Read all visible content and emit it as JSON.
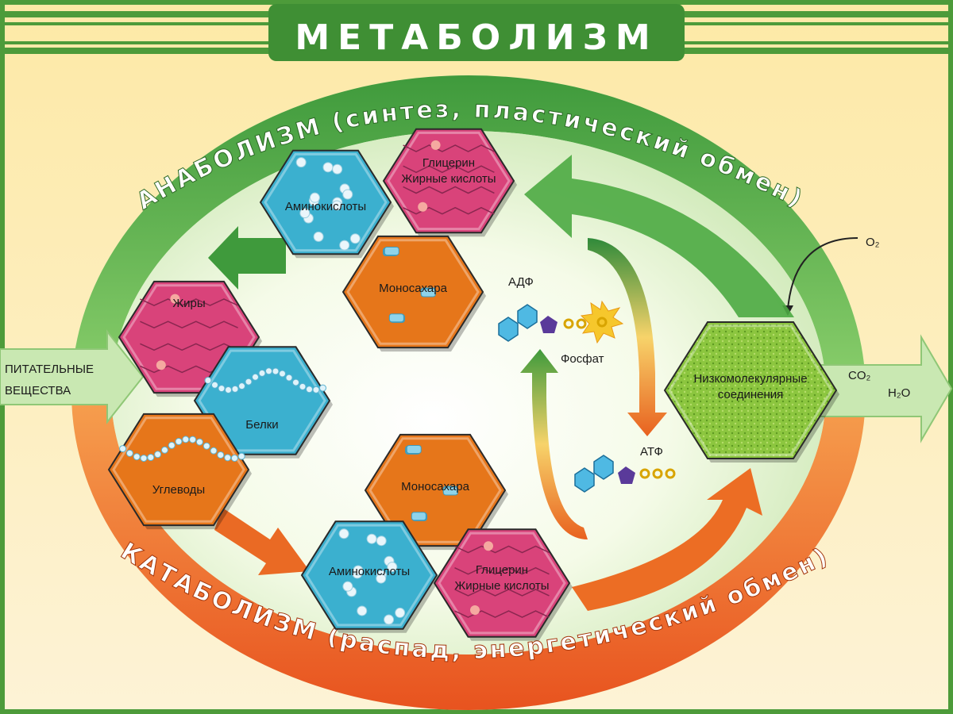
{
  "title": "МЕТАБОЛИЗМ",
  "anabolism_label": "АНАБОЛИЗМ (синтез, пластический обмен)",
  "catabolism_label": "КАТАБОЛИЗМ (распад, энергетический обмен)",
  "input": {
    "line1": "ПИТАТЕЛЬНЫЕ",
    "line2": "ВЕЩЕСТВА"
  },
  "molecules": {
    "amino_top": "Аминокислоты",
    "glycerol_top_1": "Глицерин",
    "glycerol_top_2": "Жирные кислоты",
    "mono_top": "Моносахара",
    "fats": "Жиры",
    "proteins": "Белки",
    "carbs": "Углеводы",
    "mono_bottom": "Моносахара",
    "amino_bottom": "Аминокислоты",
    "glycerol_bottom_1": "Глицерин",
    "glycerol_bottom_2": "Жирные кислоты",
    "low_mol_1": "Низкомолекулярные",
    "low_mol_2": "соединения"
  },
  "energy": {
    "adp": "АДФ",
    "phosphate": "Фосфат",
    "atp": "АТФ"
  },
  "outputs": {
    "oxygen": "O₂",
    "co2": "CO₂",
    "water": "H₂O"
  },
  "colors": {
    "anabolism_green": "#3f9a3c",
    "catabolism_orange": "#e8531f",
    "fats_pink": "#d9437a",
    "amino_blue": "#3bb0cf",
    "sugar_orange": "#e6761a",
    "low_mol_green": "#8cc63f"
  }
}
